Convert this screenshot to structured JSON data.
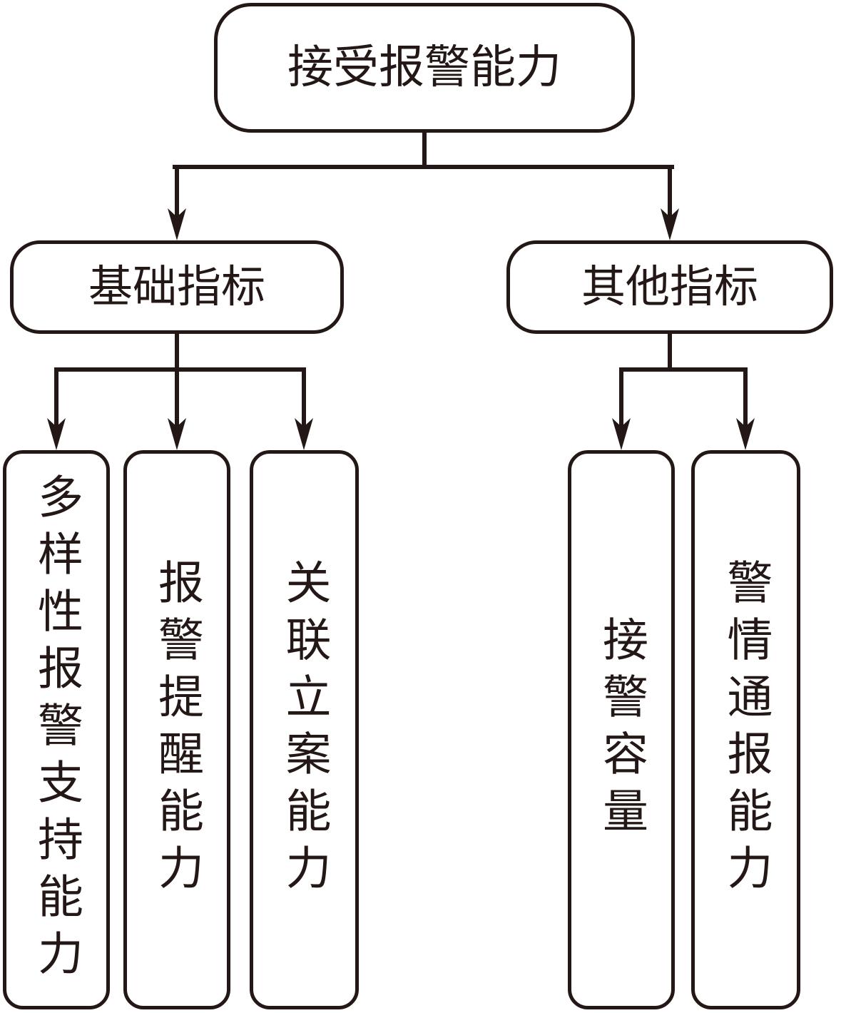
{
  "diagram": {
    "root": {
      "label": "接受报警能力"
    },
    "branches": [
      {
        "label": "基础指标",
        "children": [
          {
            "label": "多样性报警支持能力"
          },
          {
            "label": "报警提醒能力"
          },
          {
            "label": "关联立案能力"
          }
        ]
      },
      {
        "label": "其他指标",
        "children": [
          {
            "label": "接警容量"
          },
          {
            "label": "警情通报能力"
          }
        ]
      }
    ],
    "colors": {
      "line": "#231815",
      "text": "#231815",
      "background": "#ffffff"
    }
  }
}
